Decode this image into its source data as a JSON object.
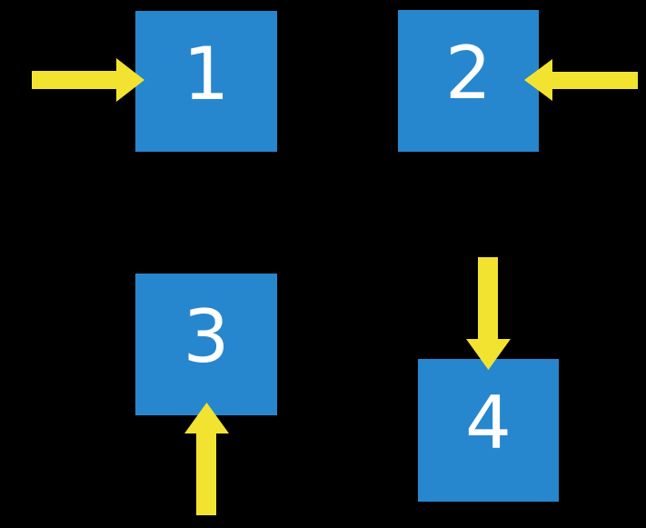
{
  "diagram": {
    "description": "Four blue squares on a black background, each pointed at by a yellow block arrow",
    "squares": [
      {
        "label": "1",
        "arrow_direction": "right",
        "arrow_side": "left"
      },
      {
        "label": "2",
        "arrow_direction": "left",
        "arrow_side": "right"
      },
      {
        "label": "3",
        "arrow_direction": "up",
        "arrow_side": "bottom"
      },
      {
        "label": "4",
        "arrow_direction": "down",
        "arrow_side": "top"
      }
    ]
  },
  "colors": {
    "background": "#000000",
    "box-blue": "#2787CE",
    "arrow-yellow": "#F3E331",
    "label-white": "#FFFFFF"
  }
}
